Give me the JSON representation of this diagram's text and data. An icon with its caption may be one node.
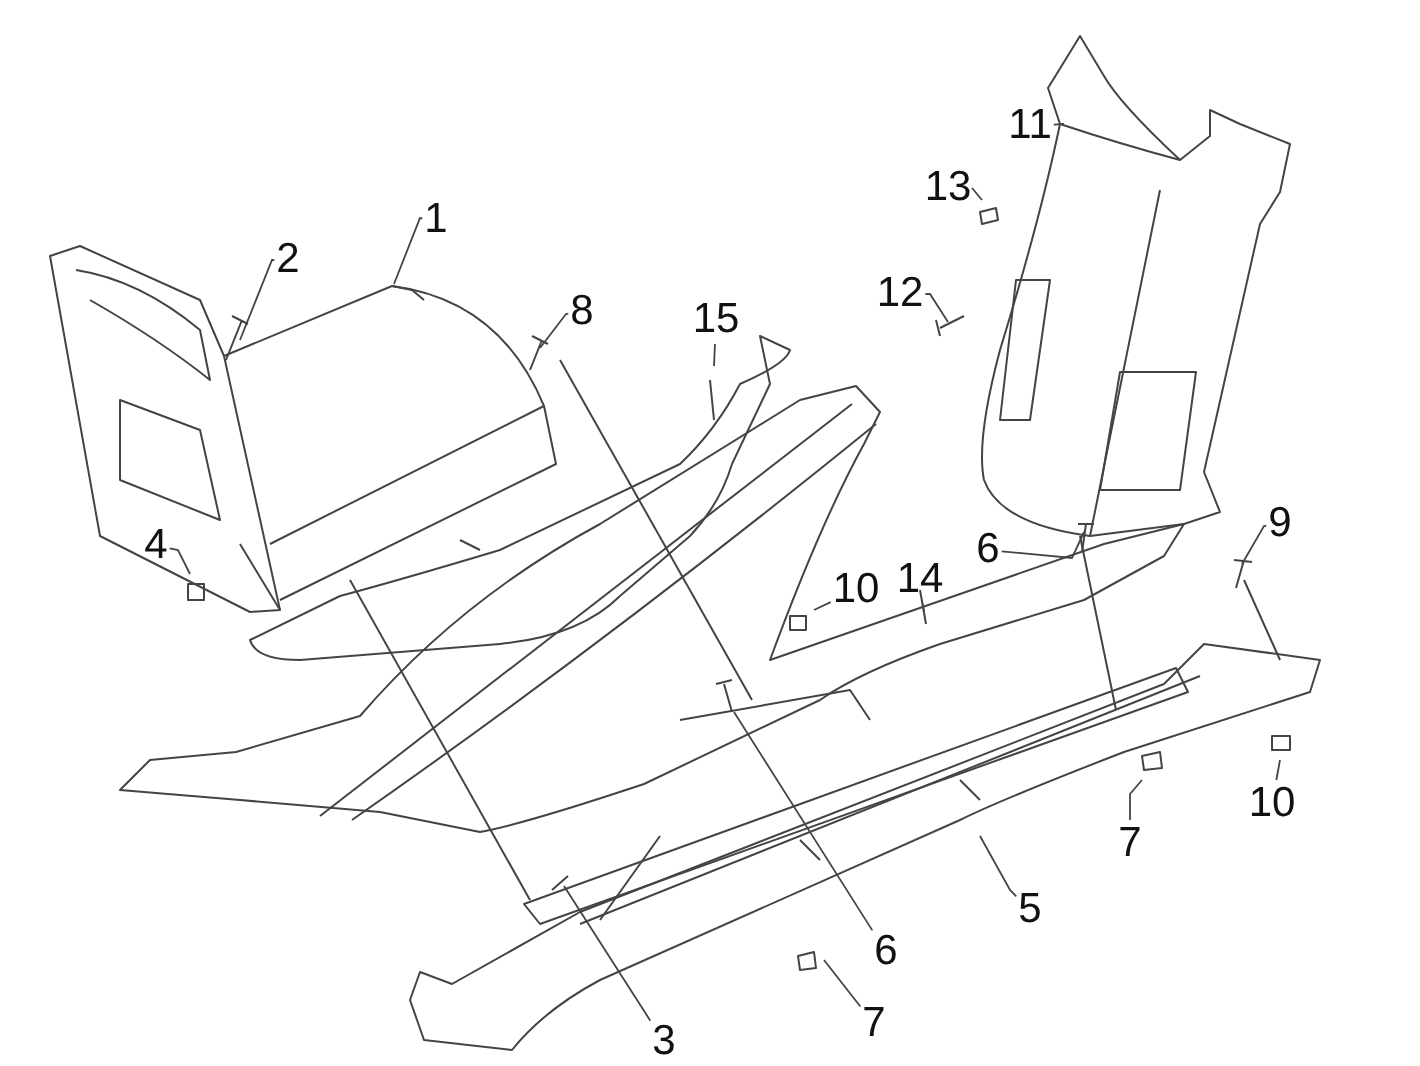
{
  "diagram": {
    "nodes": [
      {
        "text": [
          "11"
        ]
      },
      {
        "text": [
          "13"
        ]
      },
      {
        "text": [
          "1"
        ]
      },
      {
        "text": [
          "2"
        ]
      },
      {
        "text": [
          "12"
        ]
      },
      {
        "text": [
          "8"
        ]
      },
      {
        "text": [
          "15"
        ]
      },
      {
        "text": [
          "9"
        ]
      },
      {
        "text": [
          "4"
        ]
      },
      {
        "text": [
          "6"
        ]
      },
      {
        "text": [
          "14"
        ]
      },
      {
        "text": [
          "10"
        ]
      },
      {
        "text": [
          "10"
        ]
      },
      {
        "text": [
          "7"
        ]
      },
      {
        "text": [
          "5"
        ]
      },
      {
        "text": [
          "6"
        ]
      },
      {
        "text": [
          "7"
        ]
      },
      {
        "text": [
          "3"
        ]
      }
    ],
    "edges": [
      {
        "from": 0,
        "to": null,
        "arrow": "none"
      },
      {
        "from": 1,
        "to": null,
        "arrow": "none"
      },
      {
        "from": 2,
        "to": null,
        "arrow": "none"
      },
      {
        "from": 3,
        "to": null,
        "arrow": "none"
      },
      {
        "from": 4,
        "to": null,
        "arrow": "none"
      },
      {
        "from": 5,
        "to": null,
        "arrow": "none"
      },
      {
        "from": 6,
        "to": null,
        "arrow": "none"
      },
      {
        "from": 7,
        "to": null,
        "arrow": "none"
      },
      {
        "from": 8,
        "to": null,
        "arrow": "none"
      },
      {
        "from": 9,
        "to": null,
        "arrow": "none"
      },
      {
        "from": 10,
        "to": null,
        "arrow": "none"
      },
      {
        "from": 11,
        "to": null,
        "arrow": "none"
      },
      {
        "from": 12,
        "to": null,
        "arrow": "none"
      },
      {
        "from": 13,
        "to": null,
        "arrow": "none"
      },
      {
        "from": 14,
        "to": null,
        "arrow": "none"
      },
      {
        "from": 15,
        "to": null,
        "arrow": "none"
      },
      {
        "from": 16,
        "to": null,
        "arrow": "none"
      },
      {
        "from": 17,
        "to": null,
        "arrow": "none"
      }
    ]
  }
}
